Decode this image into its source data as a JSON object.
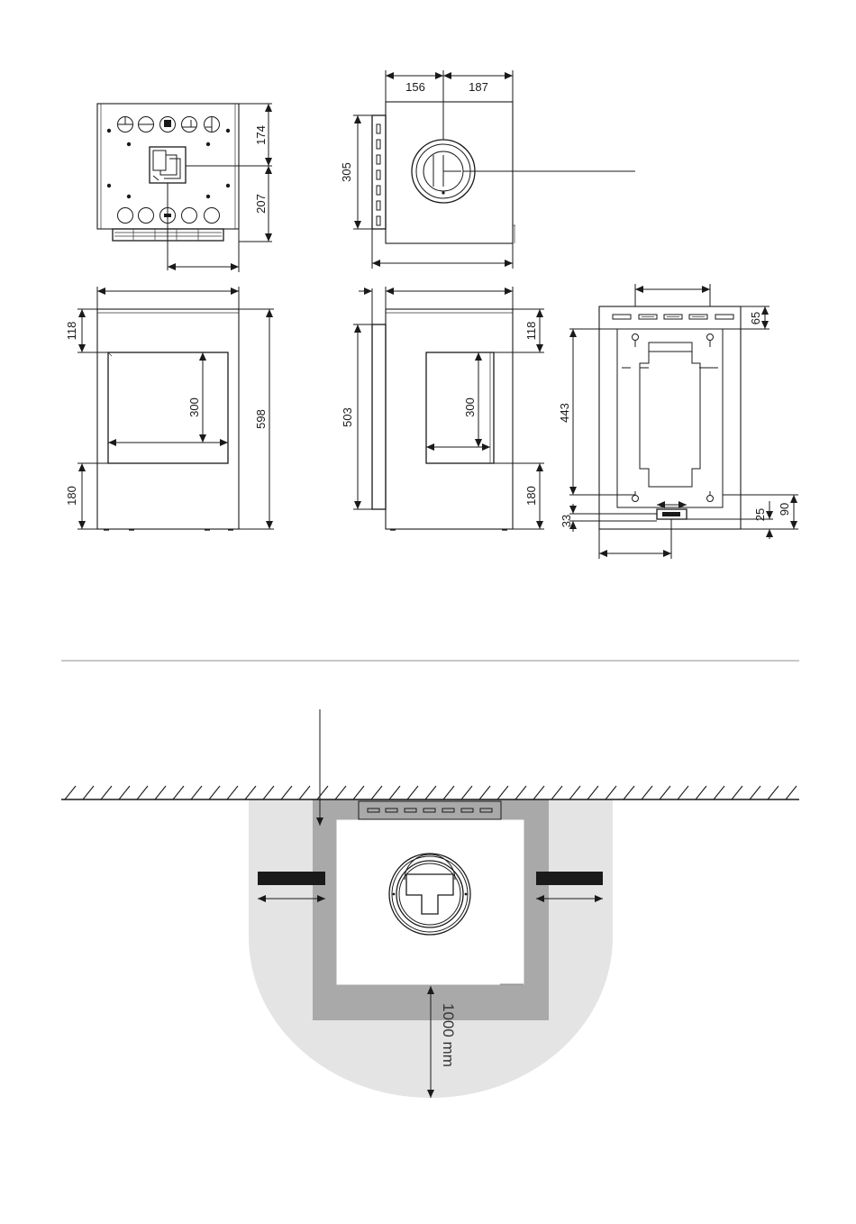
{
  "dimensions": {
    "top_view_right": [
      "174",
      "207"
    ],
    "side_top_widths": [
      "156",
      "187"
    ],
    "side_top_height": "305",
    "front_left": [
      "118",
      "180"
    ],
    "front_window_height": "300",
    "front_total_height": "598",
    "side_total_height": "503",
    "side_window_height": "300",
    "side_right": [
      "118",
      "180"
    ],
    "back_top": "65",
    "back_height": "443",
    "back_right_small": "25",
    "back_right_large": "90",
    "back_left_bottom": "33"
  },
  "clearance": {
    "front_distance": "1000 mm"
  },
  "colors": {
    "outer_zone": "#e4e4e4",
    "inner_zone": "#a9a9a9",
    "lines": "#1a1a1a"
  }
}
